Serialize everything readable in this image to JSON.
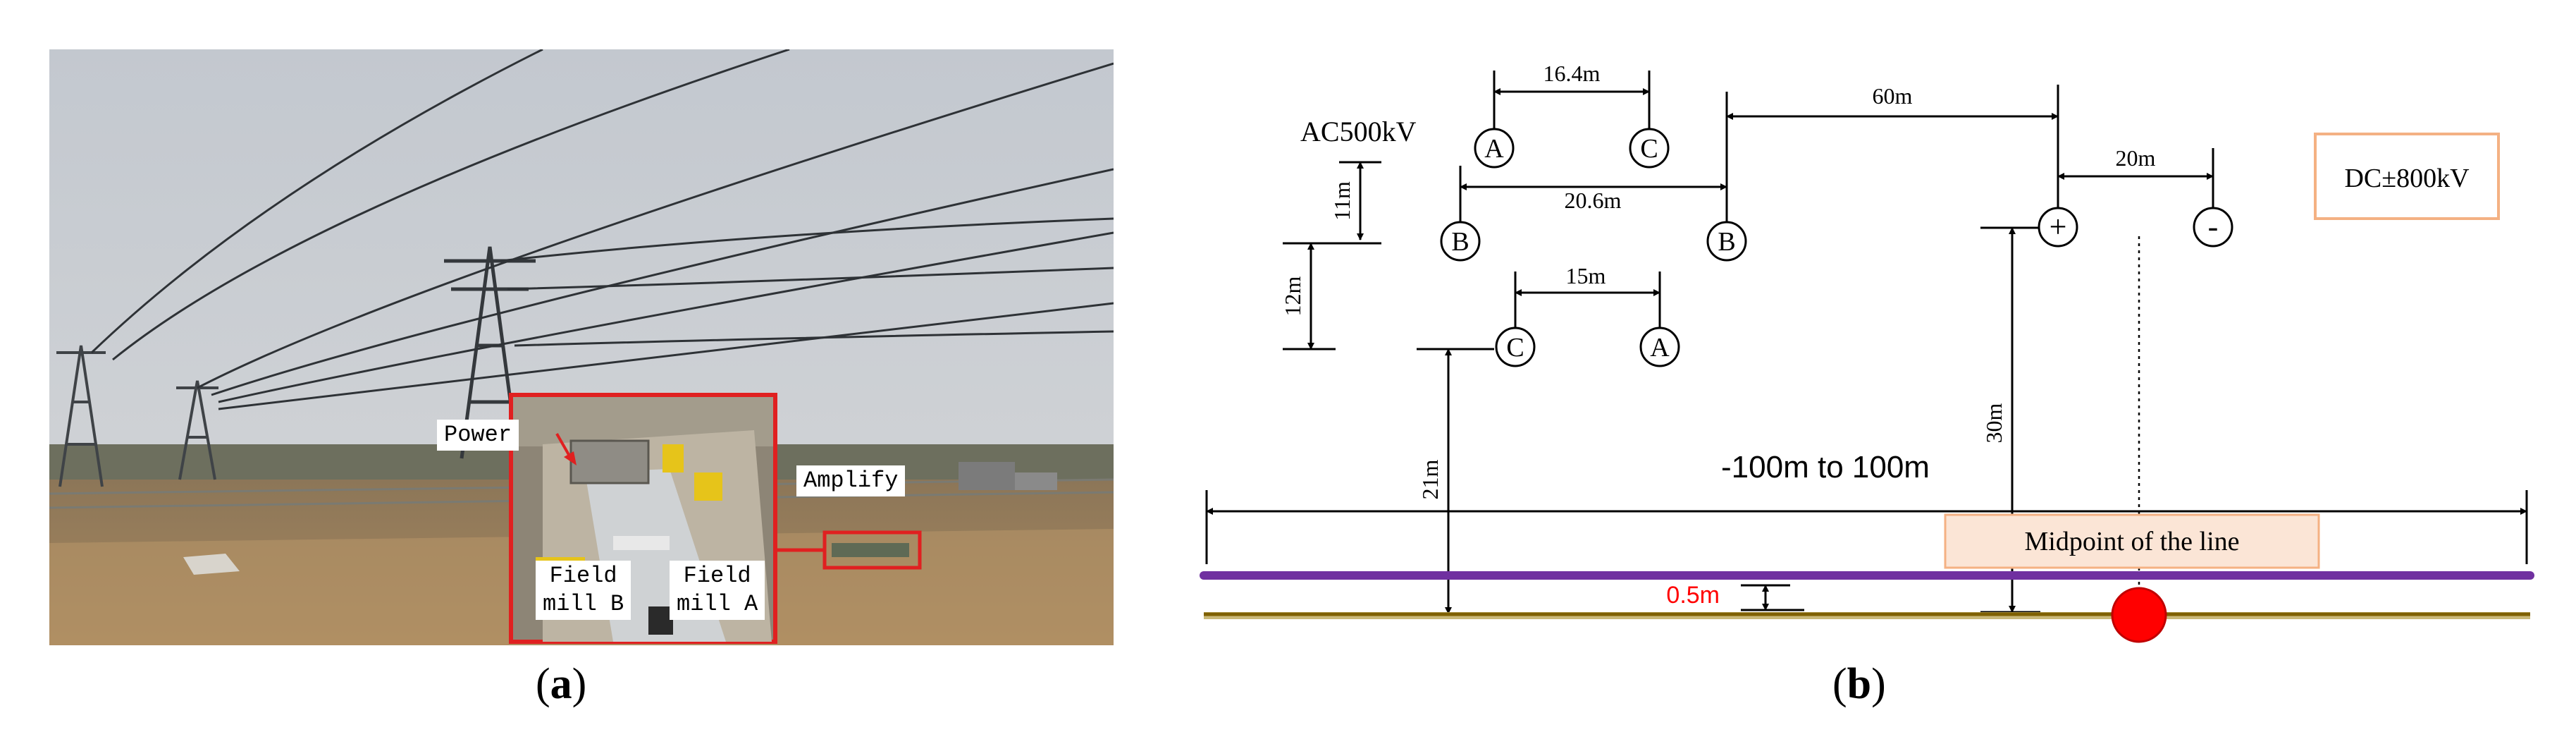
{
  "captions": {
    "a": "a",
    "b": "b"
  },
  "photo": {
    "labels": {
      "power": "Power",
      "amplify": "Amplify",
      "field_mill_b_line1": "Field",
      "field_mill_b_line2": "mill B",
      "field_mill_a_line1": "Field",
      "field_mill_a_line2": "mill A"
    },
    "colors": {
      "highlight": "#e02020",
      "sky": "#c9cdd2",
      "ground": "#a0825f"
    }
  },
  "diagram": {
    "ac_line_label": "AC500kV",
    "dc_line_label": "DC±800kV",
    "range_label": "-100m to 100m",
    "midpoint_label": "Midpoint of the line",
    "phases": {
      "a": "A",
      "b": "B",
      "c": "C",
      "plus": "+",
      "minus": "-"
    },
    "dimensions": {
      "top_spacing": "16.4m",
      "middle_spacing": "20.6m",
      "bottom_spacing": "15m",
      "upper_height_gap": "11m",
      "lower_height_gap": "12m",
      "ac_height": "21m",
      "ac_dc_gap": "60m",
      "pole_spacing": "20m",
      "dc_height": "30m",
      "sensor_height": "0.5m"
    },
    "colors": {
      "purple_line": "#7030a0",
      "ground_line": "#7f6000",
      "accent": "#f4b183",
      "red": "#ff0000"
    }
  }
}
